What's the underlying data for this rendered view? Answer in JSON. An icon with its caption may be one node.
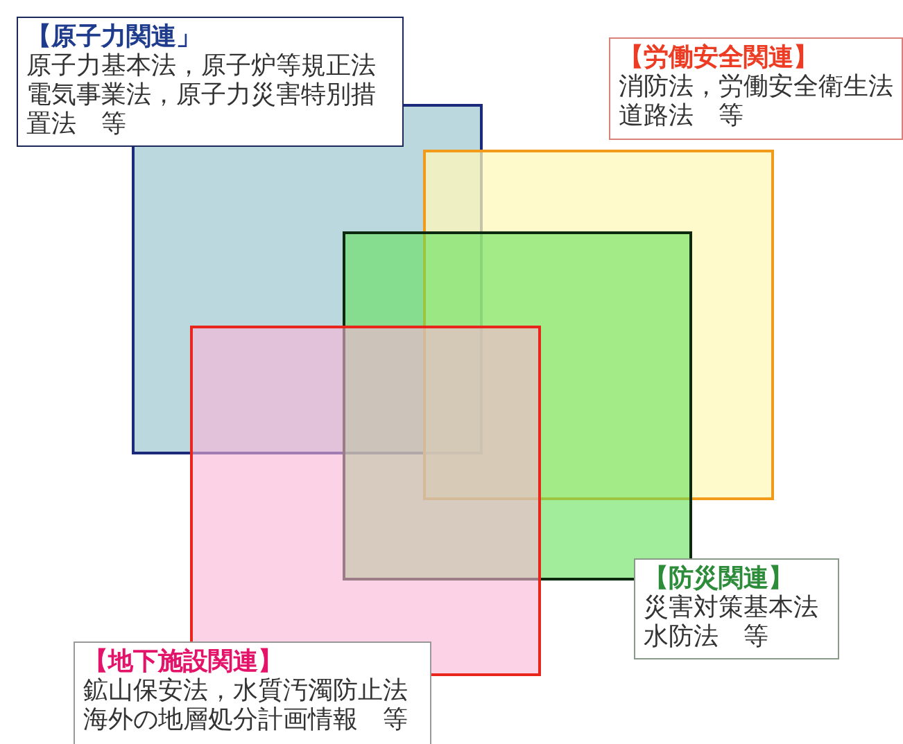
{
  "diagram": {
    "nodes": [
      {
        "text": [],
        "shape": "box"
      },
      {
        "text": [],
        "shape": "box"
      },
      {
        "text": [],
        "shape": "box"
      },
      {
        "text": [],
        "shape": "box"
      },
      {
        "text": [
          "【原子力関連」",
          "原子力基本法，原子炉等規正法電気事業法，原子力災害特別措置法　等"
        ]
      },
      {
        "text": [
          "【労働安全関連】",
          "消防法，労働安全衛生法道路法　等"
        ]
      },
      {
        "text": [
          "【防災関連】",
          "災害対策基本法水防法　等"
        ]
      },
      {
        "text": [
          "【地下施設関連】",
          "鉱山保安法，水質汚濁防止法海外の地層処分計画情報　等"
        ]
      }
    ],
    "edges": []
  }
}
